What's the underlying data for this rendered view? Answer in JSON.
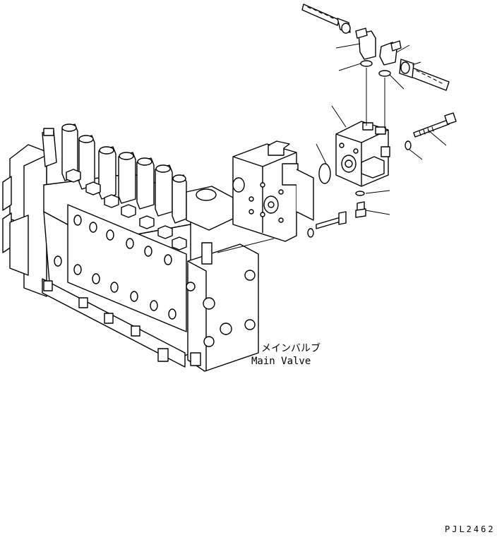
{
  "labels": {
    "main_valve_jp": "メインバルブ",
    "main_valve_en": "Main Valve",
    "drawing_code": "PJL2462"
  },
  "icons": {
    "main_valve": "main-valve-illustration",
    "cover_block": "valve-cover-block",
    "auxiliary_valve": "auxiliary-valve-block",
    "hoses": "hydraulic-hose",
    "bolts": "hex-bolt",
    "elbows": "elbow-fitting",
    "o_rings": "o-ring"
  },
  "colors": {
    "line": "#000000",
    "background": "#ffffff"
  }
}
